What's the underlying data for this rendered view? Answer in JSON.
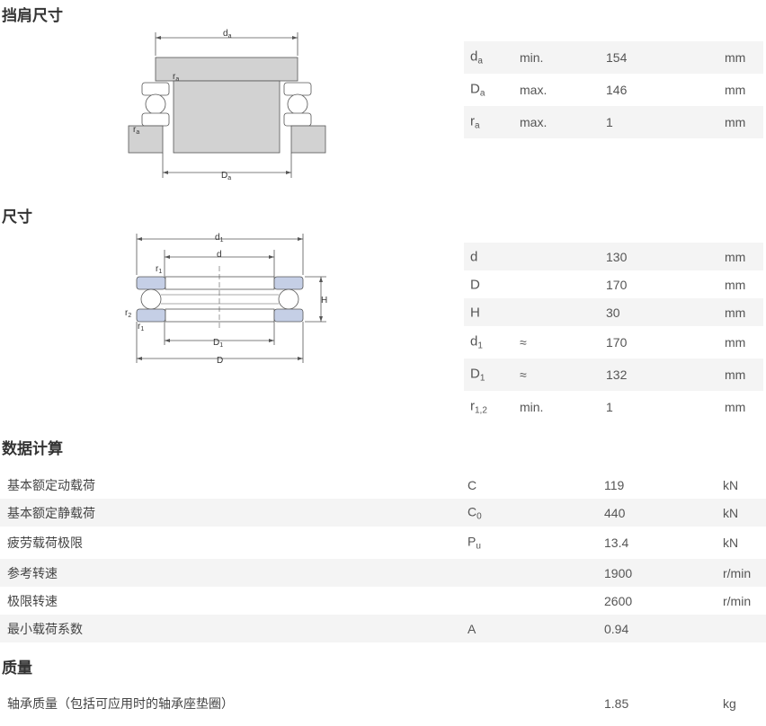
{
  "sections": {
    "abutment": "挡肩尺寸",
    "dimensions": "尺寸",
    "calculation": "数据计算",
    "mass": "质量"
  },
  "diagram1_labels": {
    "da": "d",
    "da_sub": "a",
    "ra_top": "r",
    "ra_top_sub": "a",
    "ra_left": "r",
    "ra_left_sub": "a",
    "Da": "D",
    "Da_sub": "a"
  },
  "diagram2_labels": {
    "d1": "d",
    "d1_sub": "1",
    "d": "d",
    "r1a": "r",
    "r1a_sub": "1",
    "r2a": "r",
    "r2a_sub": "2",
    "H": "H",
    "r2b": "r",
    "r2b_sub": "2",
    "r1b": "r",
    "r1b_sub": "1",
    "D1": "D",
    "D1_sub": "1",
    "D": "D"
  },
  "abutment_rows": [
    {
      "sym": "d",
      "sub": "a",
      "cond": "min.",
      "val": "154",
      "unit": "mm"
    },
    {
      "sym": "D",
      "sub": "a",
      "cond": "max.",
      "val": "146",
      "unit": "mm"
    },
    {
      "sym": "r",
      "sub": "a",
      "cond": "max.",
      "val": "1",
      "unit": "mm"
    }
  ],
  "dim_rows": [
    {
      "sym": "d",
      "sub": "",
      "cond": "",
      "val": "130",
      "unit": "mm"
    },
    {
      "sym": "D",
      "sub": "",
      "cond": "",
      "val": "170",
      "unit": "mm"
    },
    {
      "sym": "H",
      "sub": "",
      "cond": "",
      "val": "30",
      "unit": "mm"
    },
    {
      "sym": "d",
      "sub": "1",
      "cond": "≈",
      "val": "170",
      "unit": "mm"
    },
    {
      "sym": "D",
      "sub": "1",
      "cond": "≈",
      "val": "132",
      "unit": "mm"
    },
    {
      "sym": "r",
      "sub": "1,2",
      "cond": "min.",
      "val": "1",
      "unit": "mm"
    }
  ],
  "calc_rows": [
    {
      "label": "基本额定动载荷",
      "sym": "C",
      "sub": "",
      "val": "119",
      "unit": "kN"
    },
    {
      "label": "基本额定静载荷",
      "sym": "C",
      "sub": "0",
      "val": "440",
      "unit": "kN"
    },
    {
      "label": "疲劳载荷极限",
      "sym": "P",
      "sub": "u",
      "val": "13.4",
      "unit": "kN"
    },
    {
      "label": "参考转速",
      "sym": "",
      "sub": "",
      "val": "1900",
      "unit": "r/min"
    },
    {
      "label": "极限转速",
      "sym": "",
      "sub": "",
      "val": "2600",
      "unit": "r/min"
    },
    {
      "label": "最小载荷系数",
      "sym": "A",
      "sub": "",
      "val": "0.94",
      "unit": ""
    }
  ],
  "mass_rows": [
    {
      "label": "轴承质量（包括可应用时的轴承座垫圈）",
      "val": "1.85",
      "unit": "kg"
    }
  ],
  "colors": {
    "ring_fill": "#c5cfe6",
    "gray_fill": "#d2d2d2",
    "shade_row": "#f4f4f4"
  }
}
